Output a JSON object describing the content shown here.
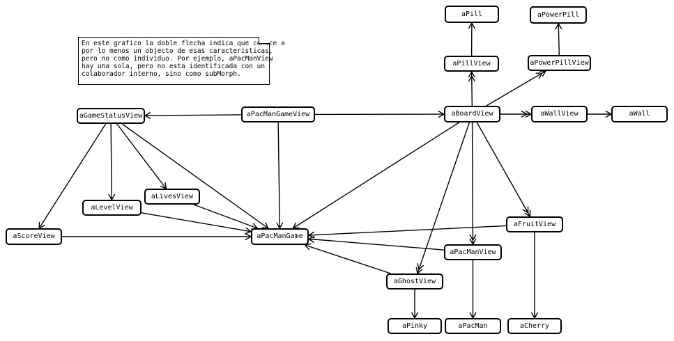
{
  "note": {
    "lines": [
      "En este grafico la doble flecha indica que conoce a",
      "por lo menos un objecto de esas caracteristicas,",
      "pero no como individuo. Por ejemplo, aPacManView",
      "hay una sola, pero no esta identificada con un",
      "colaborador interno, sino como subMorph."
    ]
  },
  "nodes": {
    "aPill": "aPill",
    "aPowerPill": "aPowerPill",
    "aPillView": "aPillView",
    "aPowerPillView": "aPowerPillView",
    "aGameStatusView": "aGameStatusView",
    "aPacManGameView": "aPacManGameView",
    "aBoardView": "aBoardView",
    "aWallView": "aWallView",
    "aWall": "aWall",
    "aLivesView": "aLivesView",
    "aLevelView": "aLevelView",
    "aScoreView": "aScoreView",
    "aPacManGame": "aPacManGame",
    "aFruitView": "aFruitView",
    "aPacManView": "aPacManView",
    "aGhostView": "aGhostView",
    "aPinky": "aPinky",
    "aPacMan": "aPacMan",
    "aCherry": "aCherry"
  },
  "edges": [
    {
      "from": "aPillView",
      "to": "aPill",
      "kind": "single"
    },
    {
      "from": "aPowerPillView",
      "to": "aPowerPill",
      "kind": "single"
    },
    {
      "from": "aBoardView",
      "to": "aPillView",
      "kind": "double"
    },
    {
      "from": "aBoardView",
      "to": "aPowerPillView",
      "kind": "double"
    },
    {
      "from": "aBoardView",
      "to": "aWallView",
      "kind": "double"
    },
    {
      "from": "aWallView",
      "to": "aWall",
      "kind": "single"
    },
    {
      "from": "aPacManGameView",
      "to": "aGameStatusView",
      "kind": "single"
    },
    {
      "from": "aPacManGameView",
      "to": "aBoardView",
      "kind": "single"
    },
    {
      "from": "aPacManGameView",
      "to": "aPacManGame",
      "kind": "single"
    },
    {
      "from": "aGameStatusView",
      "to": "aScoreView",
      "kind": "single"
    },
    {
      "from": "aGameStatusView",
      "to": "aLevelView",
      "kind": "single"
    },
    {
      "from": "aGameStatusView",
      "to": "aLivesView",
      "kind": "single"
    },
    {
      "from": "aGameStatusView",
      "to": "aPacManGame",
      "kind": "single"
    },
    {
      "from": "aLevelView",
      "to": "aPacManGame",
      "kind": "single"
    },
    {
      "from": "aLivesView",
      "to": "aPacManGame",
      "kind": "single"
    },
    {
      "from": "aScoreView",
      "to": "aPacManGame",
      "kind": "single"
    },
    {
      "from": "aBoardView",
      "to": "aPacManGame",
      "kind": "single"
    },
    {
      "from": "aBoardView",
      "to": "aFruitView",
      "kind": "double"
    },
    {
      "from": "aBoardView",
      "to": "aPacManView",
      "kind": "double"
    },
    {
      "from": "aBoardView",
      "to": "aGhostView",
      "kind": "double"
    },
    {
      "from": "aFruitView",
      "to": "aPacManGame",
      "kind": "single"
    },
    {
      "from": "aPacManView",
      "to": "aPacManGame",
      "kind": "single"
    },
    {
      "from": "aGhostView",
      "to": "aPacManGame",
      "kind": "single"
    },
    {
      "from": "aFruitView",
      "to": "aCherry",
      "kind": "single"
    },
    {
      "from": "aPacManView",
      "to": "aPacMan",
      "kind": "single"
    },
    {
      "from": "aGhostView",
      "to": "aPinky",
      "kind": "single"
    }
  ]
}
